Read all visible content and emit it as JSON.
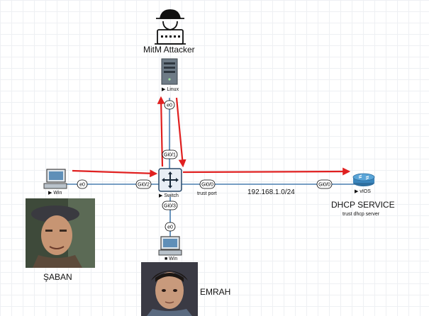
{
  "diagram": {
    "attacker_title": "MitM Attacker",
    "dhcp_title": "DHCP SERVICE",
    "dhcp_subtitle": "trust dhcp server",
    "subnet": "192.168.1.0/24",
    "trust_port_label": "trust port",
    "person_left": "ŞABAN",
    "person_bottom": "EMRAH",
    "nodes": {
      "linux": "▶ Linux",
      "win_left": "▶ Win",
      "switch": "▶ Switch",
      "vios": "▶ vIOS",
      "win_bottom": "■ Win"
    },
    "ports": {
      "linux_e0": "e0",
      "switch_gi01": "Gi0/1",
      "win_left_e0": "e0",
      "switch_gi02": "Gi0/2",
      "switch_gi00": "Gi0/0",
      "vios_gi00": "Gi0/0",
      "switch_gi03": "Gi0/3",
      "win_bottom_e0": "e0"
    },
    "colors": {
      "link": "#4a7fb0",
      "attack_arrow": "#e02020",
      "port_fill": "#ffffff",
      "port_stroke": "#000000",
      "router": "#2f6f9f"
    },
    "icons": {
      "attacker": "hacker-icon",
      "linux": "server-icon",
      "switch": "switch-icon",
      "router": "router-icon",
      "pc": "pc-icon"
    }
  }
}
